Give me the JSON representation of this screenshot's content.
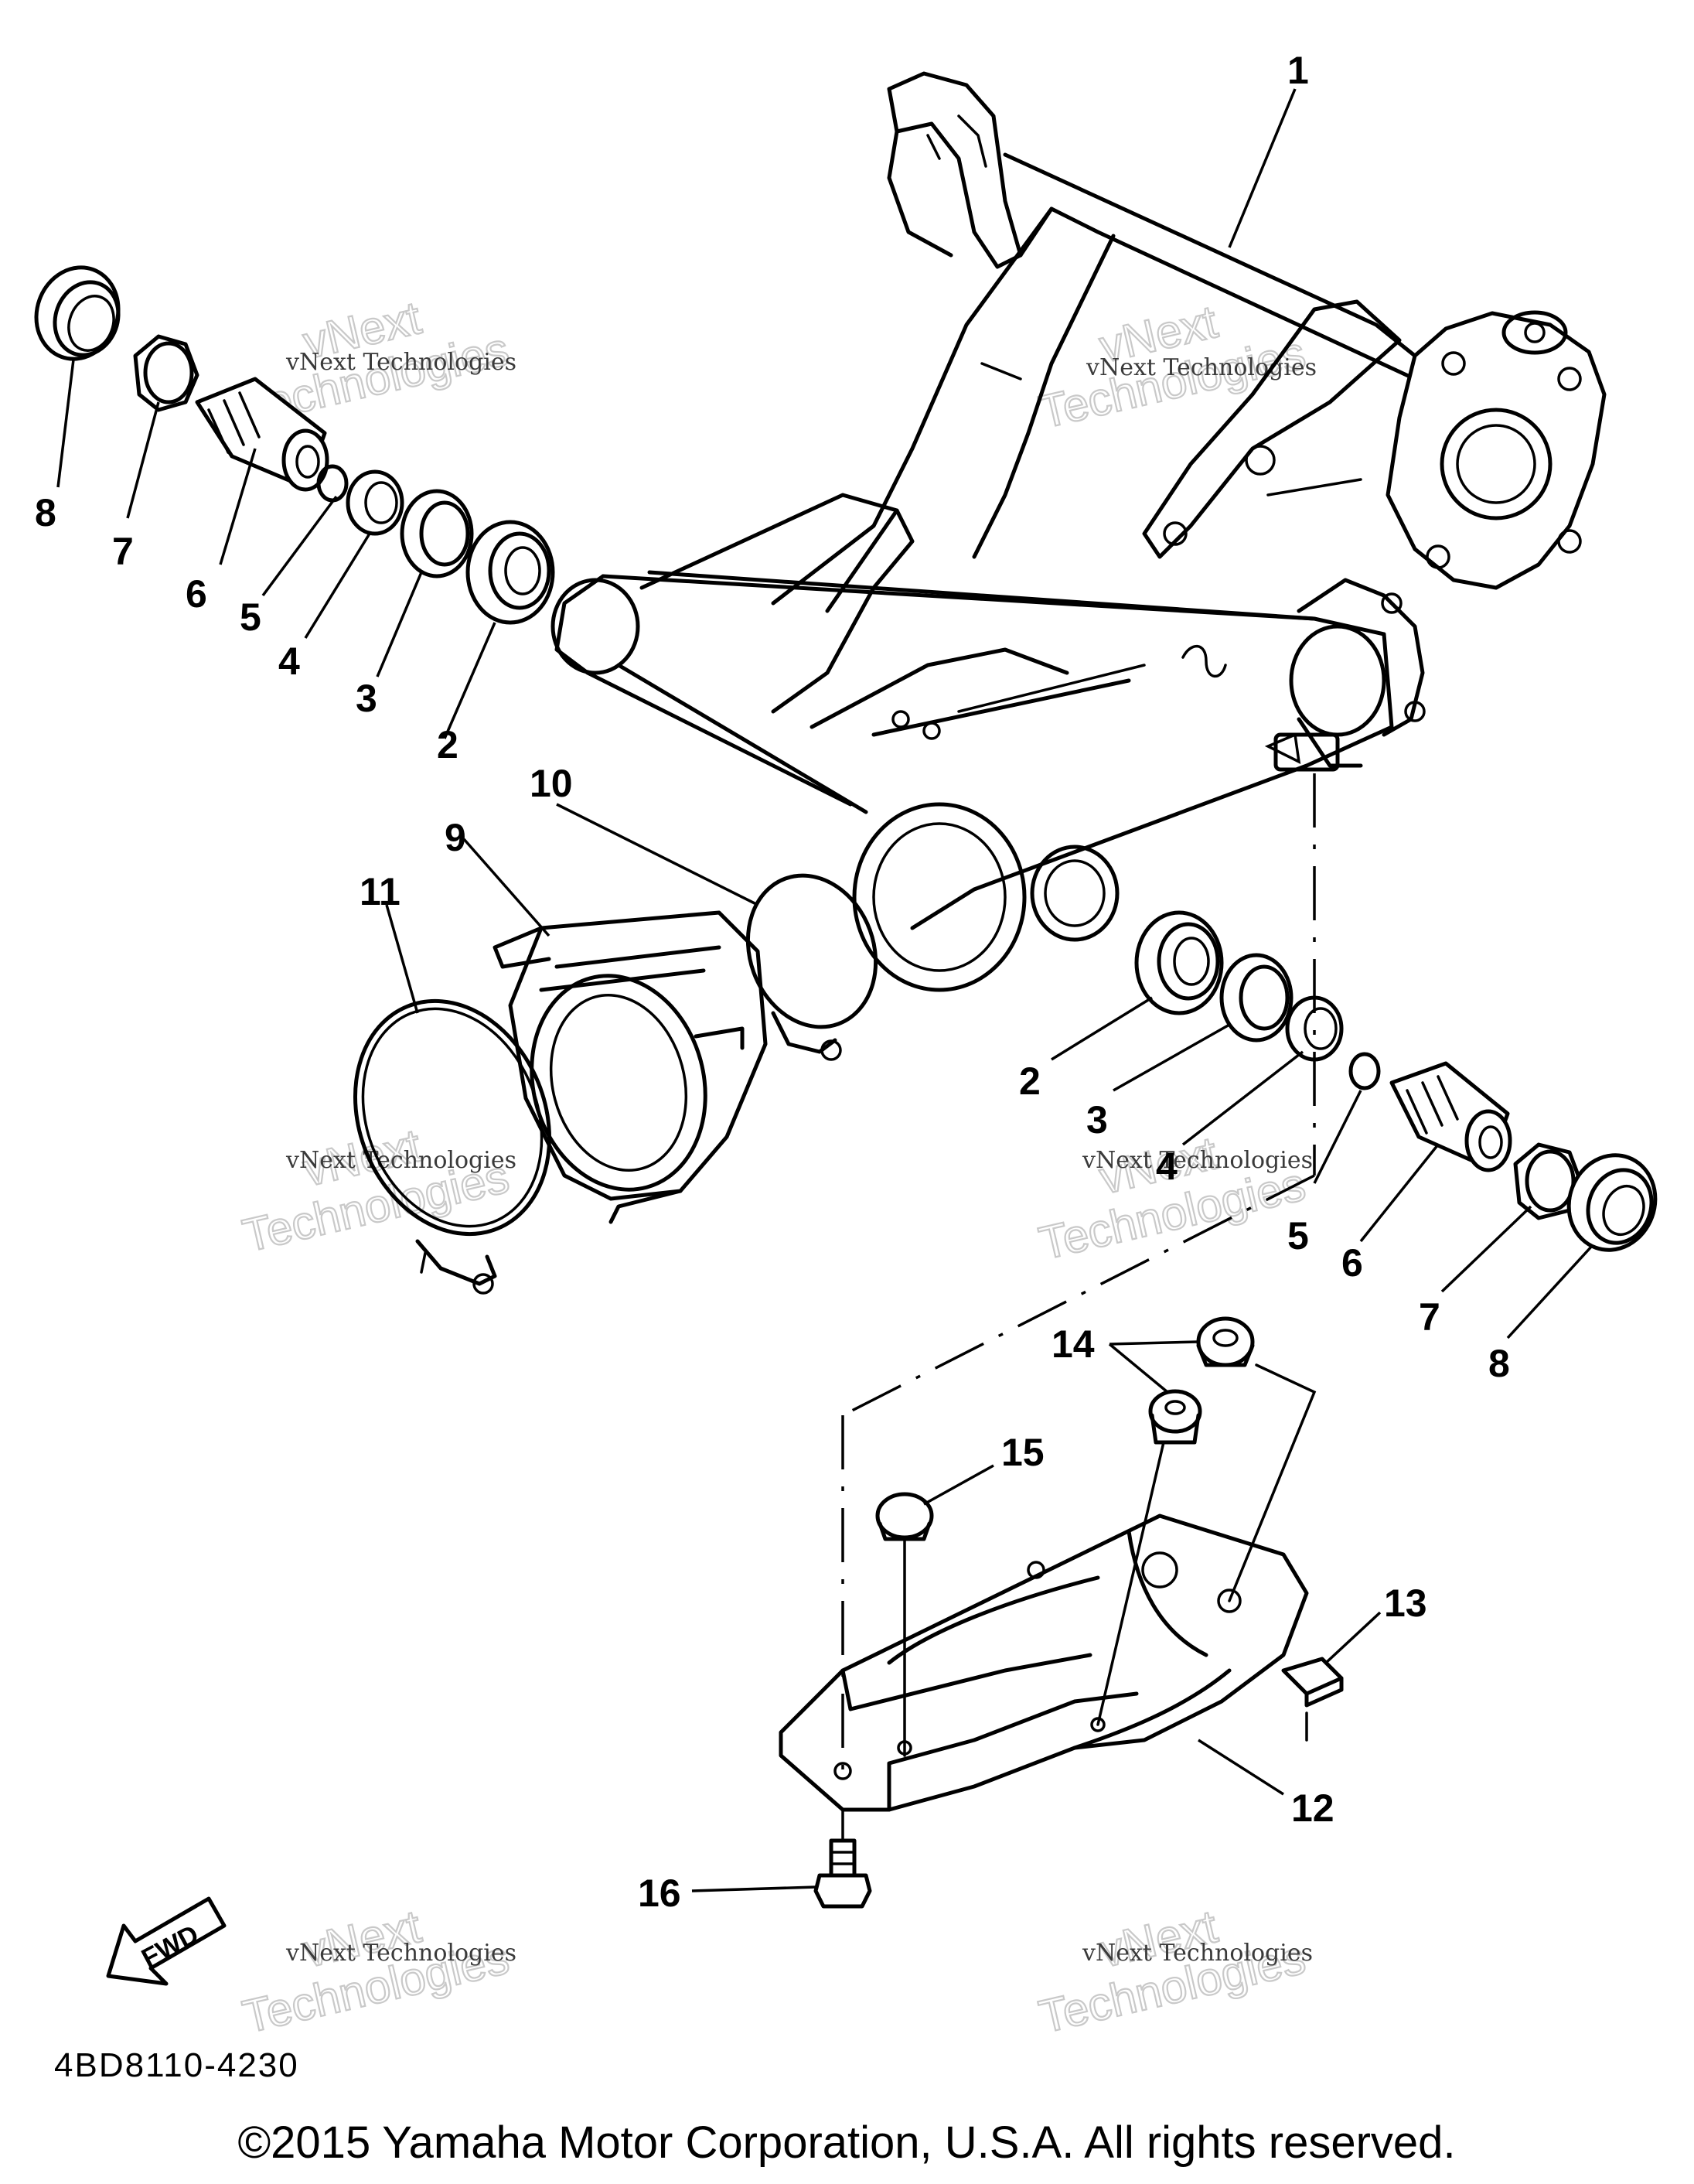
{
  "diagram": {
    "callouts": [
      {
        "id": "c1",
        "label": "1"
      },
      {
        "id": "c2a",
        "label": "2"
      },
      {
        "id": "c3a",
        "label": "3"
      },
      {
        "id": "c4a",
        "label": "4"
      },
      {
        "id": "c5a",
        "label": "5"
      },
      {
        "id": "c6a",
        "label": "6"
      },
      {
        "id": "c7a",
        "label": "7"
      },
      {
        "id": "c8a",
        "label": "8"
      },
      {
        "id": "c9",
        "label": "9"
      },
      {
        "id": "c10",
        "label": "10"
      },
      {
        "id": "c11",
        "label": "11"
      },
      {
        "id": "c2b",
        "label": "2"
      },
      {
        "id": "c3b",
        "label": "3"
      },
      {
        "id": "c4b",
        "label": "4"
      },
      {
        "id": "c5b",
        "label": "5"
      },
      {
        "id": "c6b",
        "label": "6"
      },
      {
        "id": "c7b",
        "label": "7"
      },
      {
        "id": "c8b",
        "label": "8"
      },
      {
        "id": "c14",
        "label": "14"
      },
      {
        "id": "c15",
        "label": "15"
      },
      {
        "id": "c13",
        "label": "13"
      },
      {
        "id": "c12",
        "label": "12"
      },
      {
        "id": "c16",
        "label": "16"
      }
    ],
    "fwd_label": "FWD",
    "diagram_code": "4BD8110-4230"
  },
  "watermark": {
    "line1": "vNext",
    "line2": "Technologies",
    "small": "vNext Technologies"
  },
  "footer": {
    "copyright": "©2015 Yamaha Motor Corporation, U.S.A. All rights reserved."
  }
}
